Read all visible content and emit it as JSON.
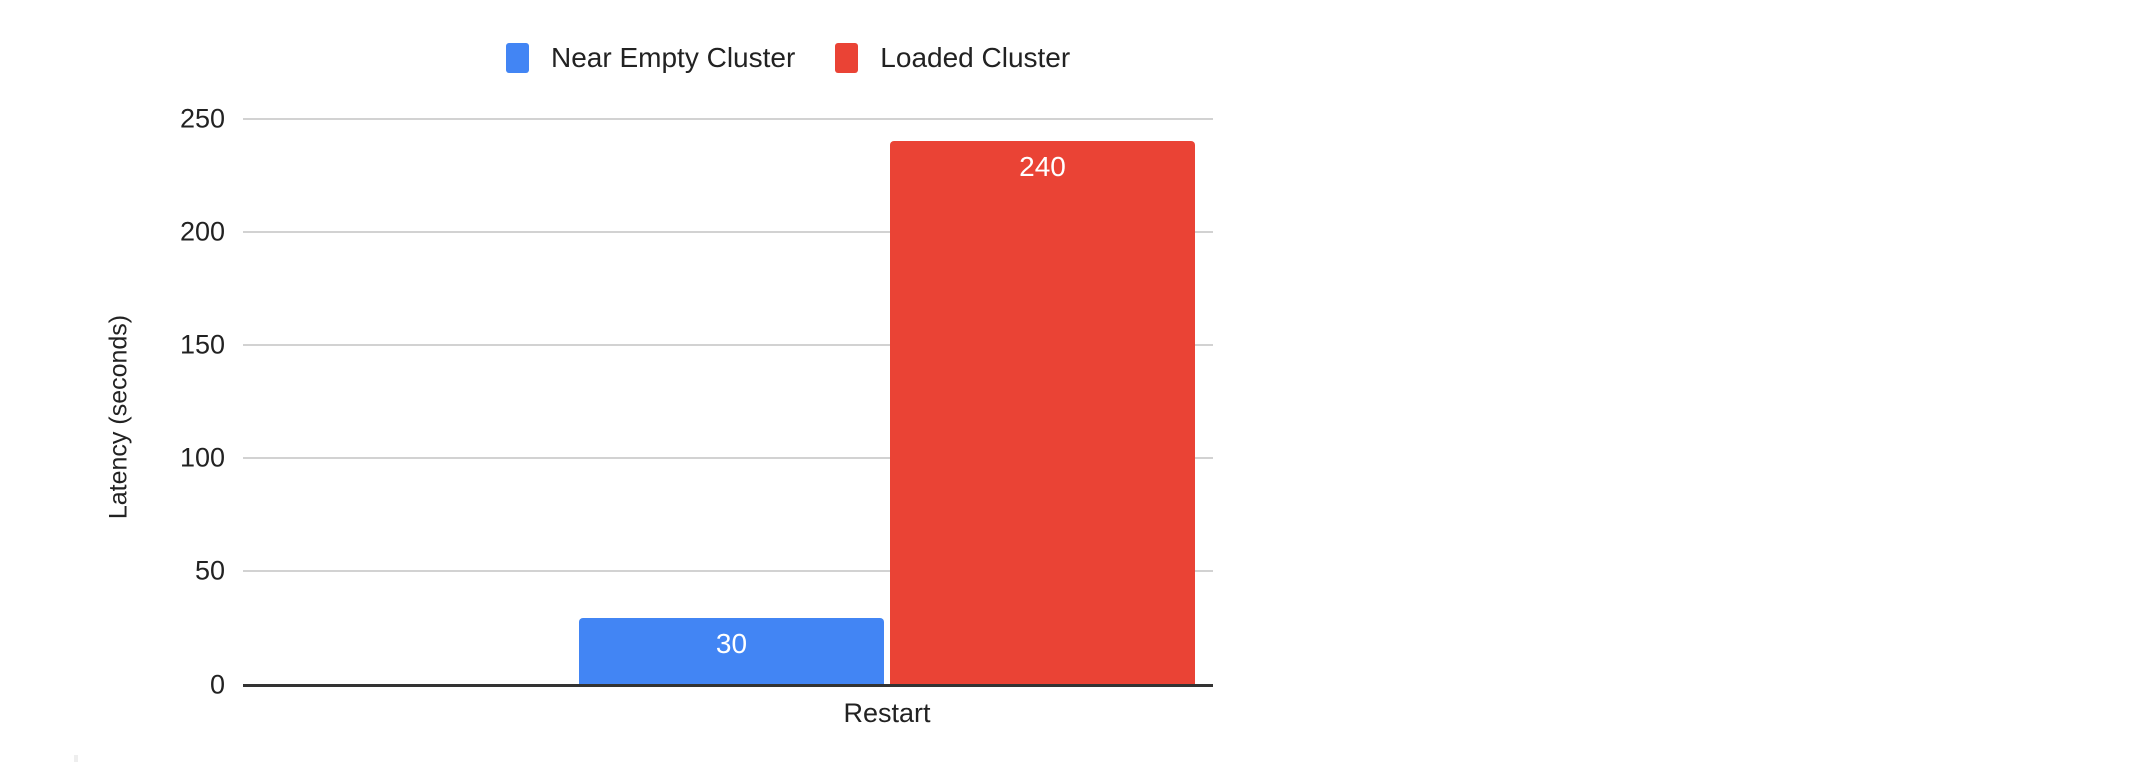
{
  "chart_data": {
    "type": "bar",
    "title": "",
    "xlabel": "",
    "ylabel": "Latency (seconds)",
    "categories": [
      "Restart"
    ],
    "series": [
      {
        "name": "Near Empty Cluster",
        "color": "#4285f4",
        "values": [
          30
        ]
      },
      {
        "name": "Loaded Cluster",
        "color": "#ea4335",
        "values": [
          240
        ]
      }
    ],
    "ylim": [
      0,
      250
    ],
    "yticks": [
      0,
      50,
      100,
      150,
      200,
      250
    ],
    "grid": true,
    "legend_position": "top",
    "data_labels": [
      "30",
      "240"
    ]
  },
  "legend": {
    "items": [
      {
        "label": "Near Empty Cluster",
        "color": "#4285f4"
      },
      {
        "label": "Loaded Cluster",
        "color": "#ea4335"
      }
    ]
  },
  "axes": {
    "ylabel": "Latency (seconds)",
    "yticks": [
      "250",
      "200",
      "150",
      "100",
      "50",
      "0"
    ],
    "xticks": [
      "Restart"
    ]
  },
  "bars": [
    {
      "label": "30"
    },
    {
      "label": "240"
    }
  ]
}
